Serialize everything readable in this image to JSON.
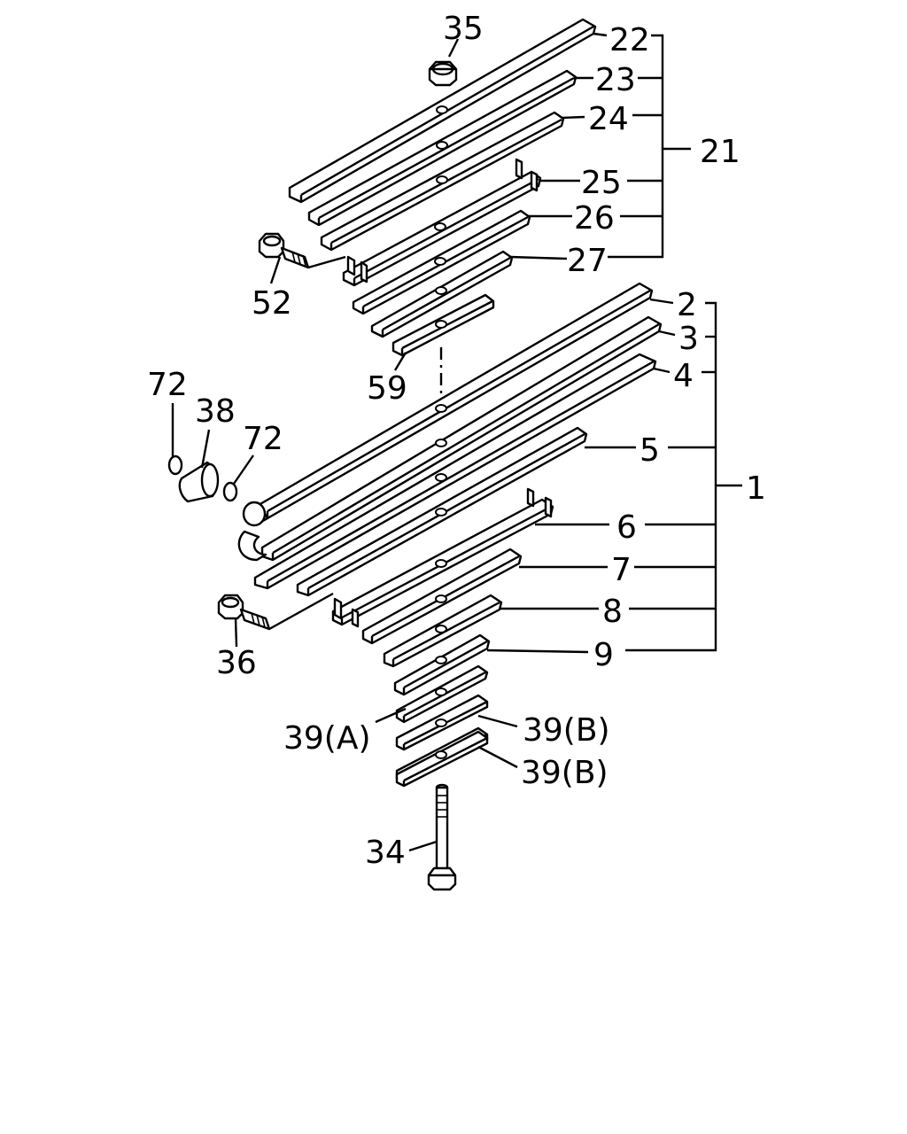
{
  "diagram": {
    "labels": {
      "p35": "35",
      "p22": "22",
      "p23": "23",
      "p24": "24",
      "p21": "21",
      "p25": "25",
      "p26": "26",
      "p27": "27",
      "p52": "52",
      "p59": "59",
      "p2": "2",
      "p3": "3",
      "p4": "4",
      "p1": "1",
      "p72a": "72",
      "p38": "38",
      "p72b": "72",
      "p5": "5",
      "p6": "6",
      "p7": "7",
      "p8": "8",
      "p9": "9",
      "p36": "36",
      "p39a": "39(A)",
      "p39b1": "39(B)",
      "p39b2": "39(B)",
      "p34": "34"
    }
  }
}
